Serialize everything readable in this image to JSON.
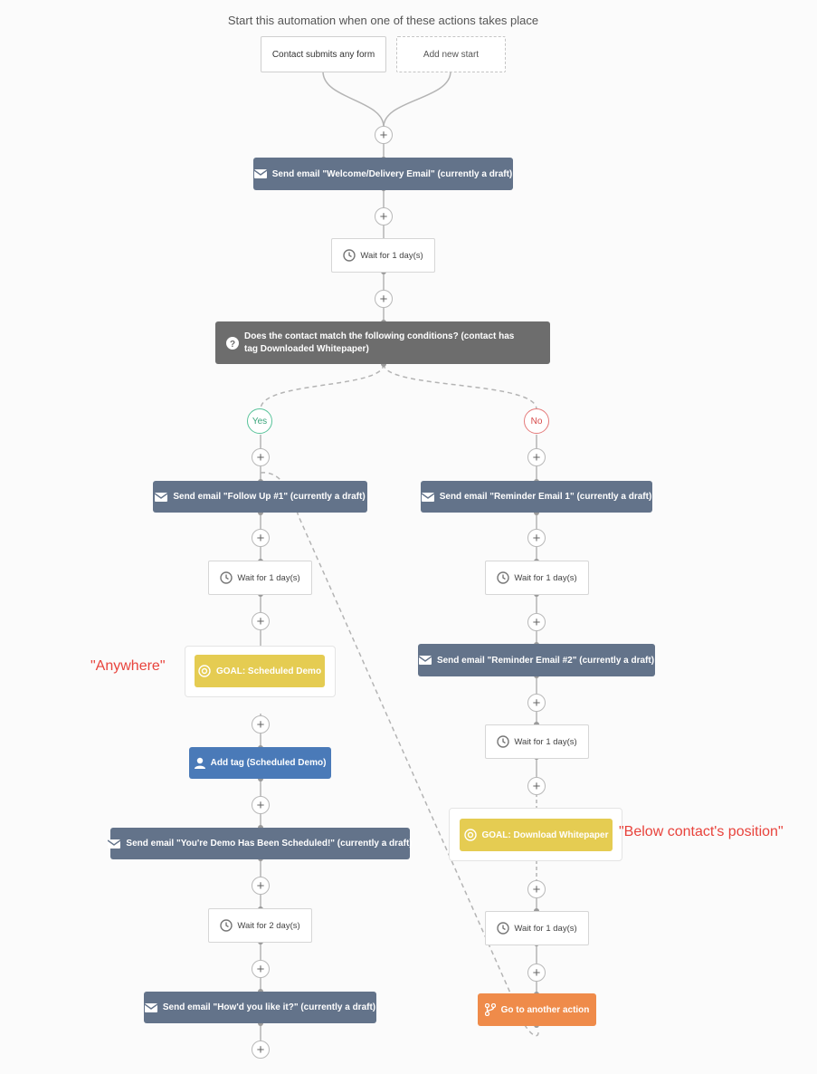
{
  "header": "Start this automation when one of these actions takes place",
  "starts": [
    "Contact submits any form",
    "Add new start"
  ],
  "actions": {
    "welcome_email": "Send email \"Welcome/Delivery Email\" (currently a draft)",
    "wait_main": "Wait for 1 day(s)",
    "condition": "Does the contact match the following conditions? (contact has tag Downloaded Whitepaper)",
    "yes": "Yes",
    "no": "No",
    "yes_branch": {
      "email_followup": "Send email \"Follow Up #1\" (currently a draft)",
      "wait_1": "Wait for 1 day(s)",
      "goal": "GOAL: Scheduled Demo",
      "add_tag": "Add tag (Scheduled Demo)",
      "email_scheduled": "Send email \"You're Demo Has Been Scheduled!\" (currently a draft)",
      "wait_2": "Wait for 2 day(s)",
      "email_like": "Send email \"How'd you like it?\" (currently a draft)"
    },
    "no_branch": {
      "email_reminder1": "Send email \"Reminder Email 1\" (currently a draft)",
      "wait_1": "Wait for 1 day(s)",
      "email_reminder2": "Send email \"Reminder Email #2\" (currently a draft)",
      "wait_2": "Wait for 1 day(s)",
      "goal": "GOAL: Download Whitepaper",
      "wait_3": "Wait for 1 day(s)",
      "goto": "Go to another action"
    }
  },
  "annotations": {
    "anywhere": "\"Anywhere\"",
    "below": "\"Below contact's position\""
  },
  "colors": {
    "email": "#63738a",
    "condition": "#6d6d6d",
    "tag": "#4a7ab8",
    "goal": "#e5cc52",
    "goto": "#ef8b4a",
    "yes": "#58c39a",
    "no": "#e57b7b",
    "annotation": "#e8433c"
  }
}
